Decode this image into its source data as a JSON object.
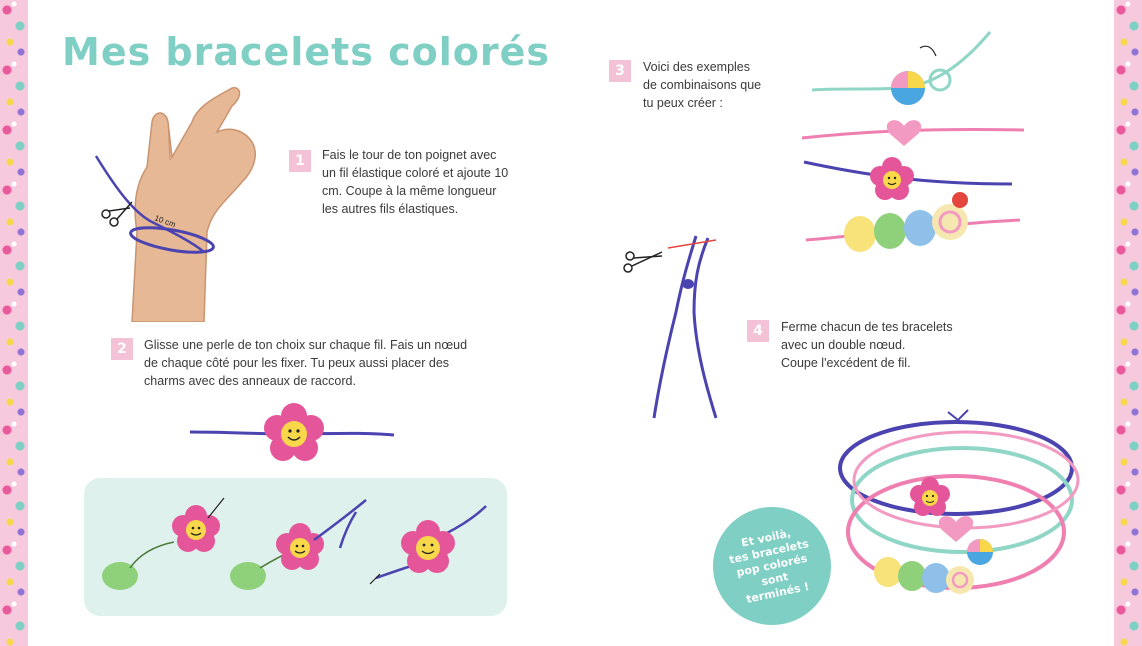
{
  "title": "Mes bracelets colorés",
  "step1": {
    "number": "1",
    "lines": [
      "Fais le tour de ton poignet avec",
      "un fil élastique coloré et ajoute 10",
      "cm. Coupe à la même longueur",
      "les autres fils élastiques."
    ],
    "measure_label": "10 cm"
  },
  "step2": {
    "number": "2",
    "lines": [
      "Glisse une perle de ton choix sur chaque fil. Fais un nœud",
      "de chaque côté pour les fixer. Tu peux aussi placer des",
      "charms avec des anneaux de raccord."
    ]
  },
  "step3": {
    "number": "3",
    "lines": [
      "Voici des exemples",
      "de combinaisons que",
      "tu peux créer :"
    ]
  },
  "step4": {
    "number": "4",
    "lines": [
      "Ferme chacun de tes bracelets",
      "avec un double nœud.",
      "Coupe l'excédent de fil."
    ]
  },
  "badge": {
    "lines": [
      "Et voilà,",
      "tes bracelets",
      "pop colorés",
      "sont",
      "terminés !"
    ]
  },
  "colors": {
    "title": "#7fcfc5",
    "step_box": "#f4c2d6",
    "panel": "#dff1ec",
    "cord_purple": "#4b44b0",
    "cord_pink": "#ef7fb0",
    "cord_mint": "#8fd6c6",
    "flower": "#e5559a"
  }
}
